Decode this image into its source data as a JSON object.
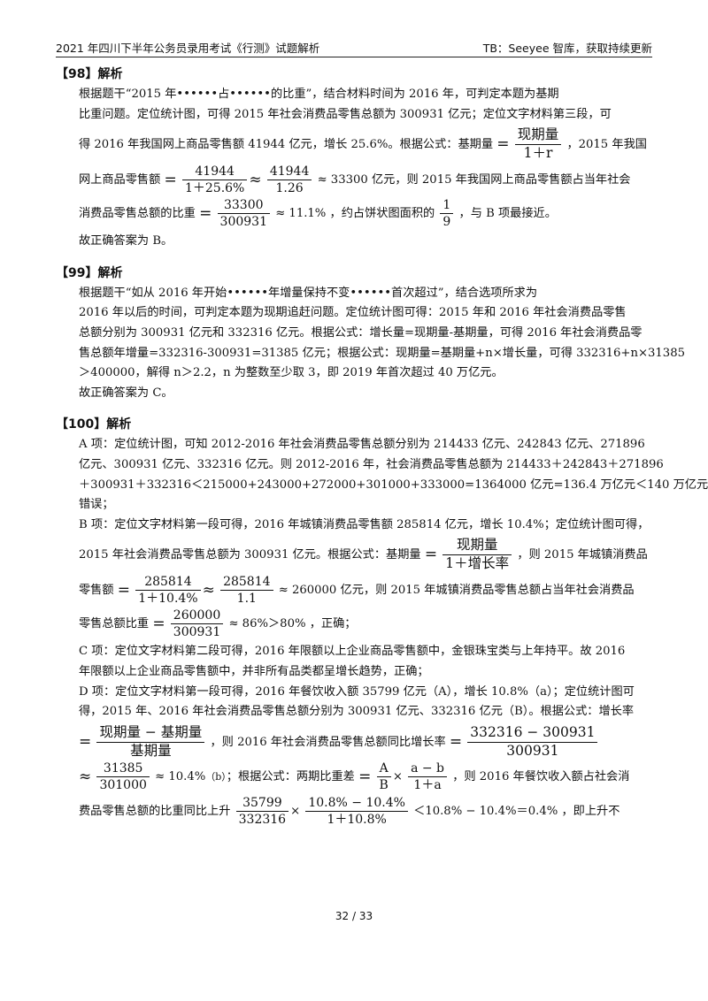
{
  "header": {
    "left": "2021 年四川下半年公务员录用考试《行测》试题解析",
    "right": "TB：Seeyee 智库，获取持续更新"
  },
  "q98": {
    "title": "【98】解析",
    "l1": "根据题干“2015 年••••••占••••••的比重”，结合材料时间为 2016 年，可判定本题为基期",
    "l2": "比重问题。定位统计图，可得 2015 年社会消费品零售总额为 300931 亿元；定位文字材料第三段，可",
    "l3a": "得 2016 年我国网上商品零售额 41944 亿元，增长 25.6%。根据公式：基期量",
    "f1_num": "现期量",
    "f1_den": "1＋r",
    "l3b": "，2015 年我国",
    "l4a": "网上商品零售额",
    "f2_num": "41944",
    "f2_den": "1＋25.6%",
    "f3_num": "41944",
    "f3_den": "1.26",
    "l4_val": "≈ 33300",
    "l4b": "亿元，则 2015 年我国网上商品零售额占当年社会",
    "l5a": "消费品零售总额的比重",
    "f4_num": "33300",
    "f4_den": "300931",
    "l5_val": "≈ 11.1%",
    "l5b": "，约占饼状图面积的",
    "f5_num": "1",
    "f5_den": "9",
    "l5c": "，与 B 项最接近。",
    "answer": "故正确答案为 B。"
  },
  "q99": {
    "title": "【99】解析",
    "l1": "根据题干“如从 2016 年开始••••••年增量保持不变••••••首次超过”，结合选项所求为",
    "l2": "2016 年以后的时间，可判定本题为现期追赶问题。定位统计图可得：2015 年和 2016 年社会消费品零售",
    "l3": "总额分别为 300931 亿元和 332316 亿元。根据公式：增长量=现期量-基期量，可得 2016 年社会消费品零",
    "l4": "售总额年增量=332316-300931=31385 亿元；根据公式：现期量=基期量+n×增长量，可得 332316+n×31385",
    "l5": "＞400000，解得 n＞2.2，n 为整数至少取 3，即 2019 年首次超过 40 万亿元。",
    "answer": "故正确答案为 C。"
  },
  "q100": {
    "title": "【100】解析",
    "a1": "A 项：定位统计图，可知 2012-2016 年社会消费品零售总额分别为 214433 亿元、242843 亿元、271896",
    "a2": "亿元、300931 亿元、332316 亿元。则 2012-2016 年，社会消费品零售总额为 214433＋242843＋271896",
    "a3": "＋300931＋332316＜215000+243000+272000+301000+333000=1364000 亿元=136.4 万亿元＜140 万亿元，",
    "a4": "错误；",
    "b1": "B 项：定位文字材料第一段可得，2016 年城镇消费品零售额 285814 亿元，增长 10.4%；定位统计图可得，",
    "b2a": "2015 年社会消费品零售总额为 300931 亿元。根据公式：基期量",
    "bf1_num": "现期量",
    "bf1_den": "1＋增长率",
    "b2b": "，则 2015 年城镇消费品",
    "b3a": "零售额",
    "bf2_num": "285814",
    "bf2_den": "1＋10.4%",
    "bf3_num": "285814",
    "bf3_den": "1.1",
    "b3_val": "≈ 260000",
    "b3b": "亿元，则 2015 年城镇消费品零售总额占当年社会消费品",
    "b4a": "零售总额比重",
    "bf4_num": "260000",
    "bf4_den": "300931",
    "b4_val": "≈ 86%＞80%",
    "b4b": "，正确；",
    "c1": "C 项：定位文字材料第二段可得，2016 年限额以上企业商品零售额中，金银珠宝类与上年持平。故 2016",
    "c2": "年限额以上企业商品零售额中，并非所有品类都呈增长趋势，正确；",
    "d1": "D 项：定位文字材料第一段可得，2016 年餐饮收入额 35799 亿元（A），增长 10.8%（a）；定位统计图可",
    "d2": "得，2015 年、2016 年社会消费品零售总额分别为 300931 亿元、332316 亿元（B）。根据公式：增长率",
    "df1_num": "现期量 − 基期量",
    "df1_den": "基期量",
    "d3mid": "，则 2016 年社会消费品零售总额同比增长率",
    "df2_num": "332316 − 300931",
    "df2_den": "300931",
    "df3_num": "31385",
    "df3_den": "301000",
    "d4_val": "≈ 10.4%",
    "d4_b": "（b）",
    "d4a": "；根据公式：两期比重差",
    "df4_num": "A",
    "df4_den": "B",
    "df5_num": "a − b",
    "df5_den": "1＋a",
    "d4b": "，则 2016 年餐饮收入额占社会消",
    "d5a": "费品零售总额的比重同比上升",
    "df6_num": "35799",
    "df6_den": "332316",
    "df7_num": "10.8% − 10.4%",
    "df7_den": "1＋10.8%",
    "d5_val": "＜10.8% − 10.4%＝0.4%",
    "d5b": "，即上升不"
  },
  "footer": {
    "page": "32 / 33"
  }
}
